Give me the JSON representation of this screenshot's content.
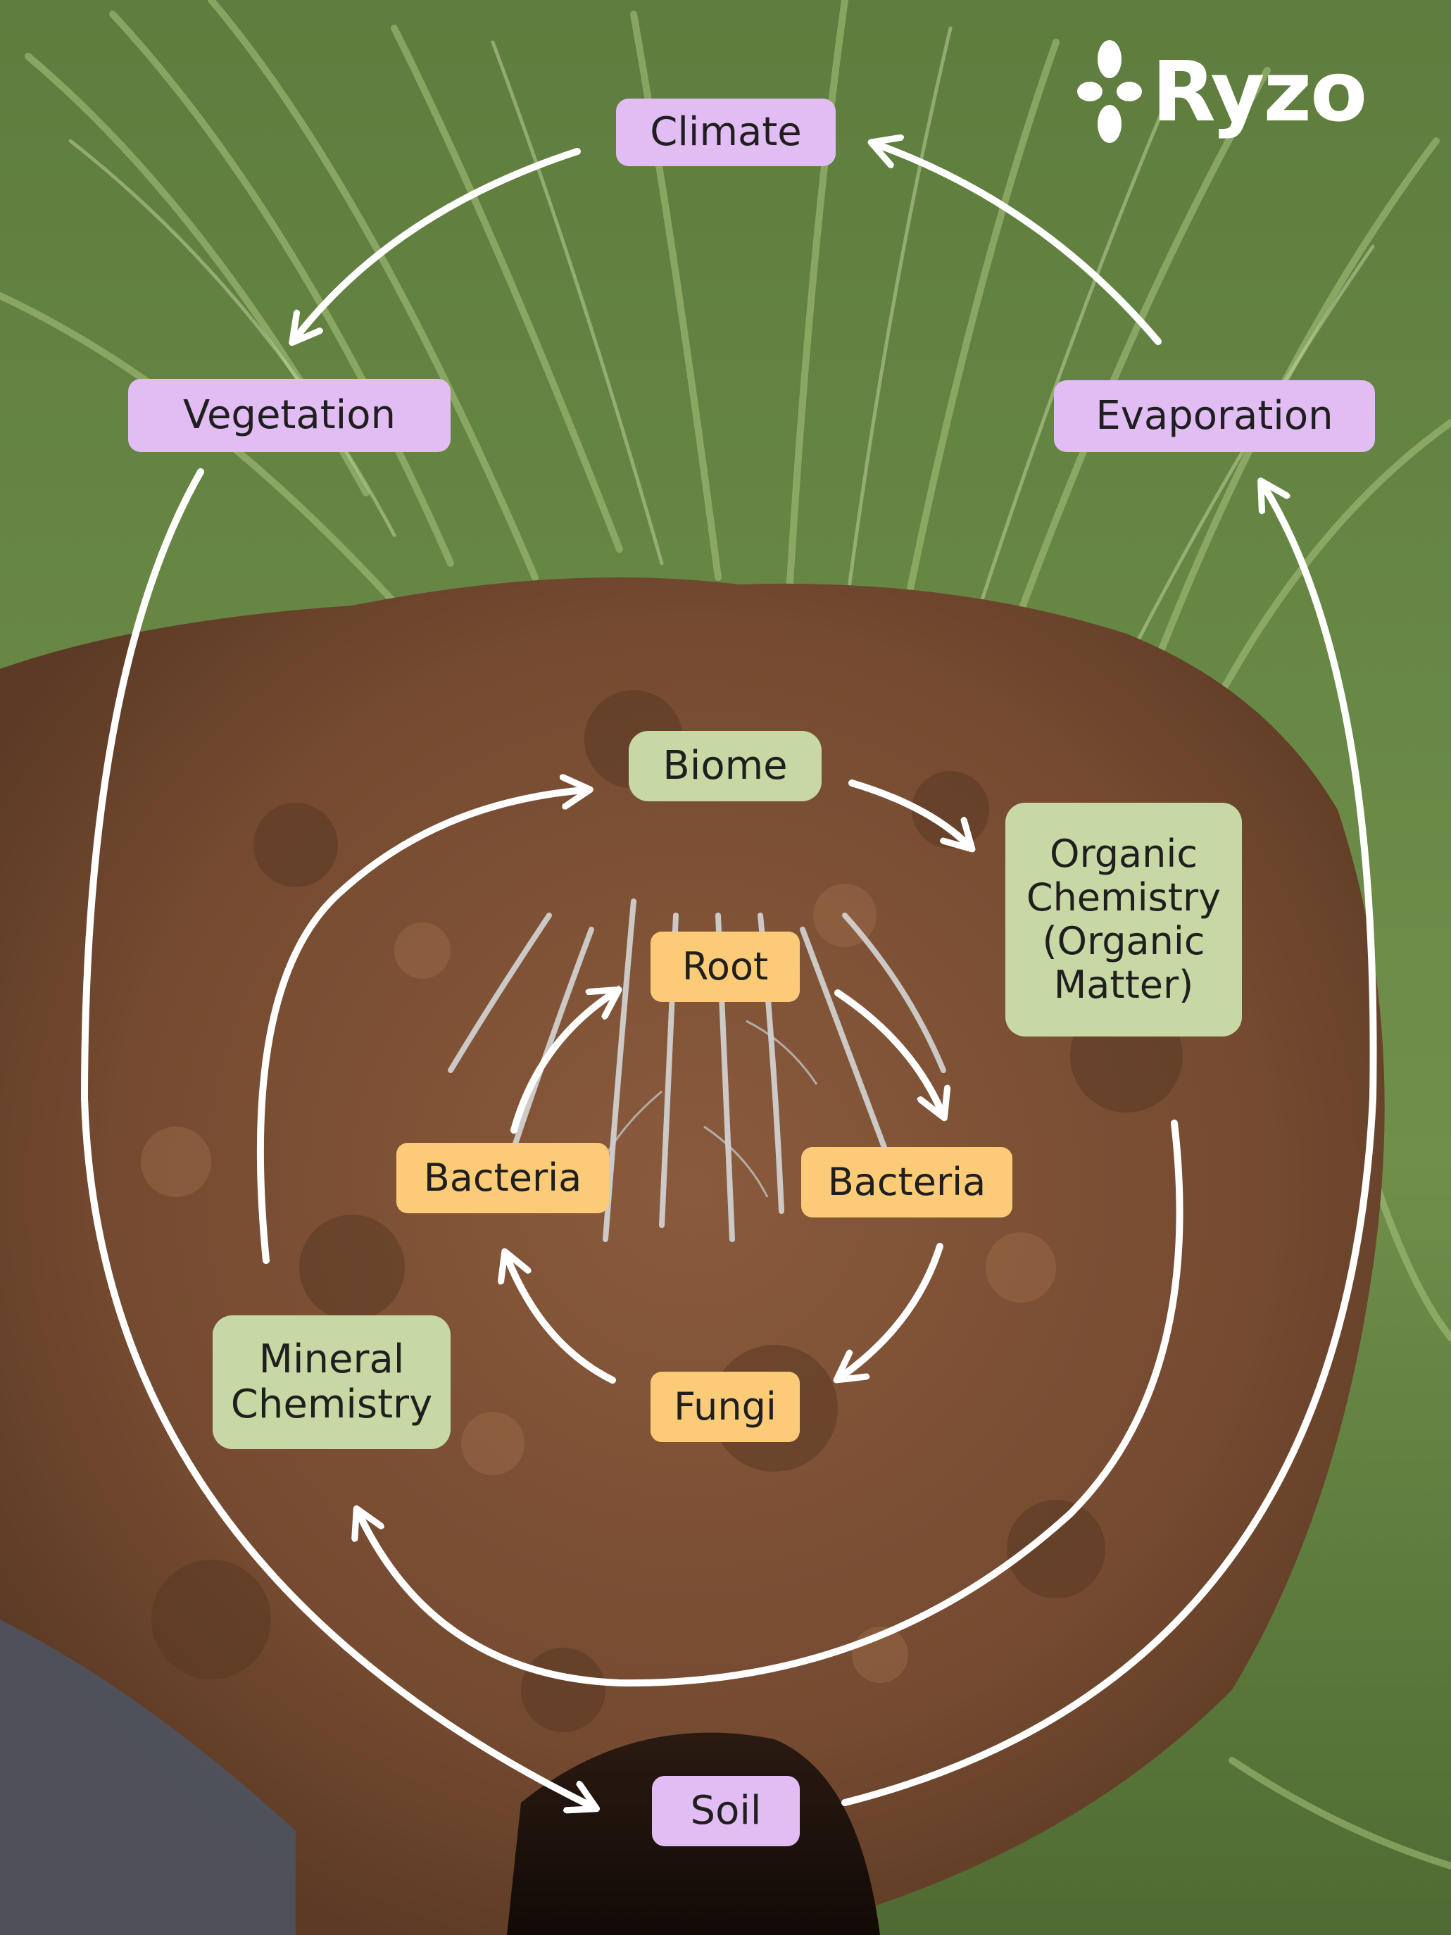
{
  "brand": {
    "name": "Ryzo"
  },
  "nodes": {
    "climate": "Climate",
    "vegetation": "Vegetation",
    "evaporation": "Evaporation",
    "biome": "Biome",
    "organic": "Organic\nChemistry\n(Organic\nMatter)",
    "root": "Root",
    "bacteria_left": "Bacteria",
    "bacteria_right": "Bacteria",
    "fungi": "Fungi",
    "mineral": "Mineral\nChemistry",
    "soil": "Soil"
  },
  "colors": {
    "outer_node": "#e2bdf3",
    "middle_node": "#c8d8a4",
    "inner_node": "#fccb77",
    "arrow": "#ffffff"
  }
}
